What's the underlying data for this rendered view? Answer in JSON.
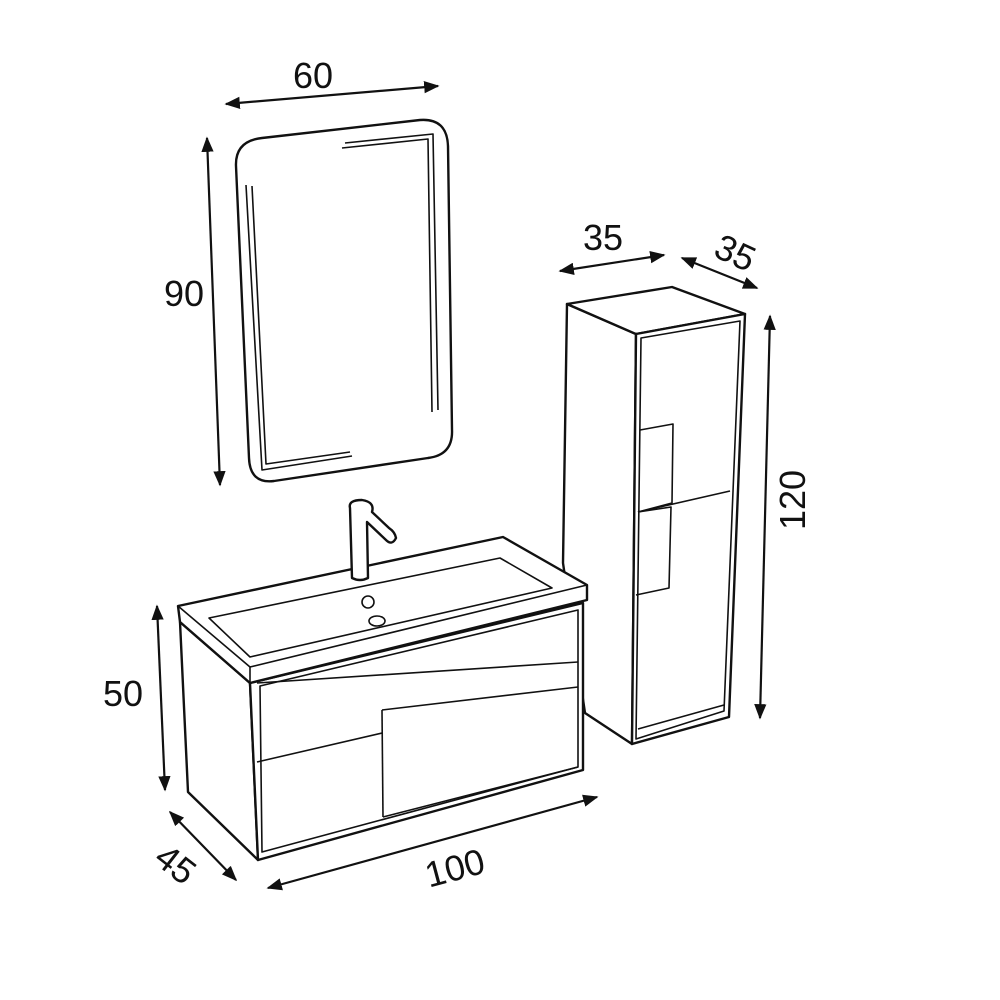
{
  "dimensions": {
    "mirror_width": "60",
    "mirror_height": "90",
    "cabinet_width": "35",
    "cabinet_depth": "35",
    "cabinet_height": "120",
    "vanity_height": "50",
    "vanity_depth": "45",
    "vanity_width": "100"
  },
  "colors": {
    "line": "#111111",
    "background": "#ffffff"
  }
}
